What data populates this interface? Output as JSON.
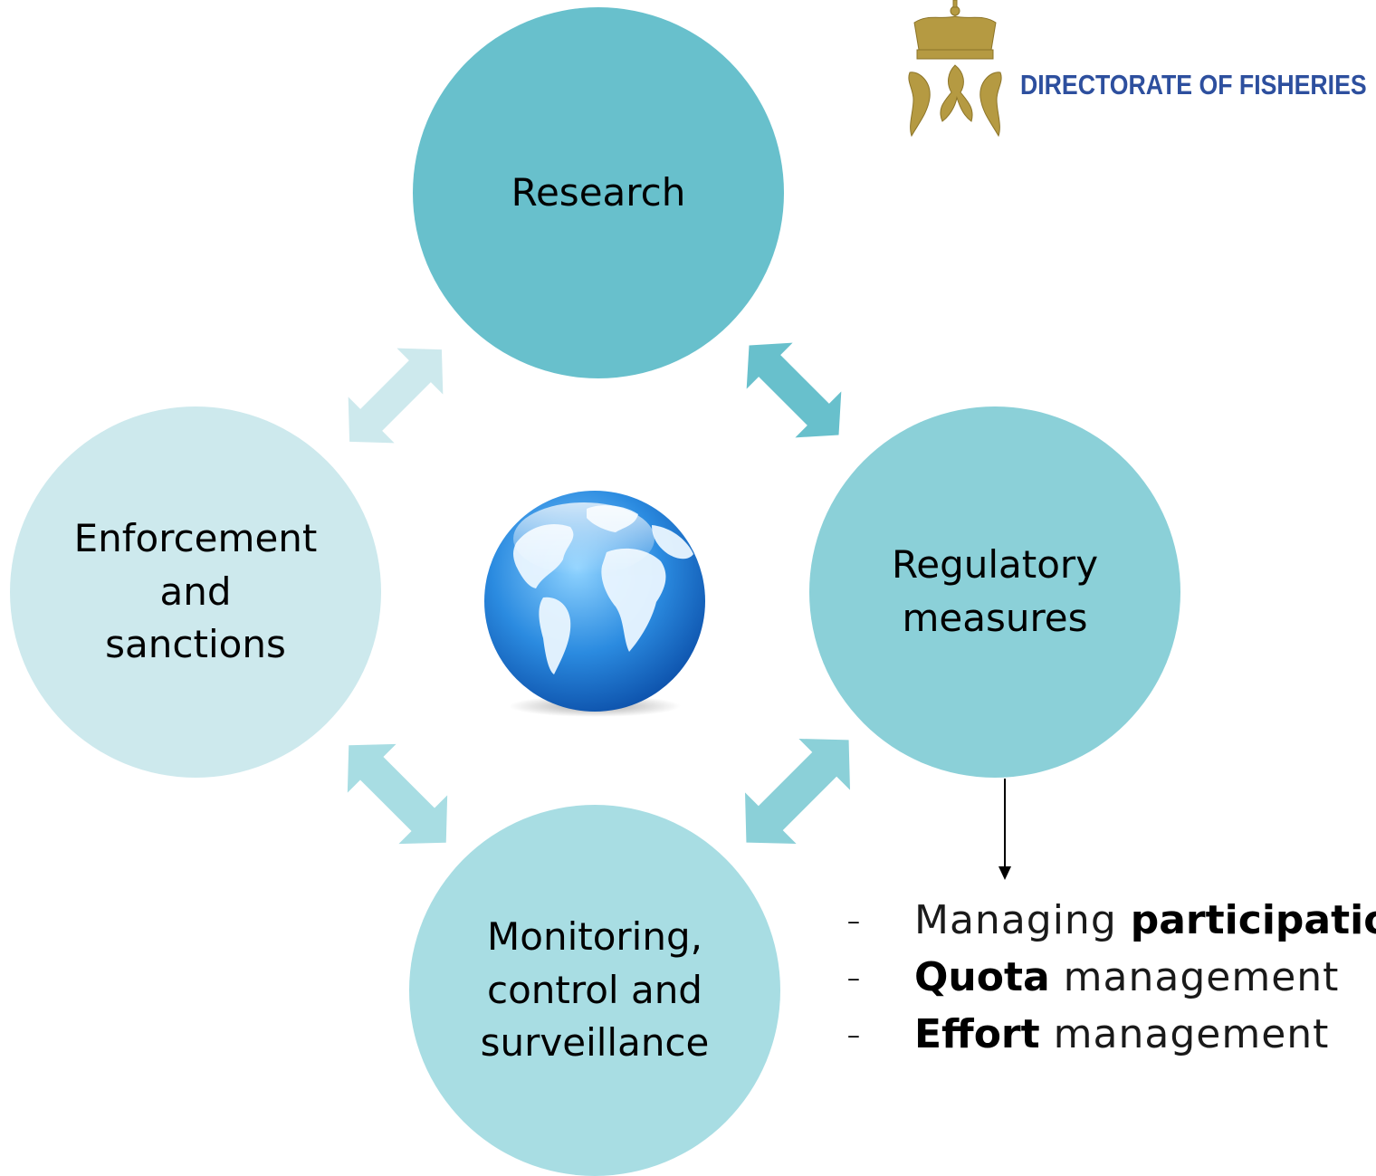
{
  "colors": {
    "research": "#68c0cc",
    "regulatory": "#8bd0d8",
    "monitoring": "#a8dde3",
    "enforcement": "#cde9ed",
    "arrow_research_regulatory": "#68c0cc",
    "arrow_regulatory_monitoring": "#8bd0d8",
    "arrow_monitoring_enforcement": "#a8dde3",
    "arrow_enforcement_research": "#cde9ed",
    "logo_text": "#2d4f9e",
    "logo_gold": "#b59a42"
  },
  "nodes": {
    "research": {
      "lines": [
        "Research"
      ]
    },
    "regulatory": {
      "lines": [
        "Regulatory",
        "measures"
      ]
    },
    "monitoring": {
      "lines": [
        "Monitoring,",
        "control and",
        "surveillance"
      ]
    },
    "enforcement": {
      "lines": [
        "Enforcement",
        "and",
        "sanctions"
      ]
    }
  },
  "center_icon": "globe-icon",
  "logo": {
    "text": "DIRECTORATE OF FISHERIES",
    "emblem": "crown-mermaid-emblem"
  },
  "regulatory_details": [
    {
      "dash": "-",
      "pre": "Managing ",
      "bold": "participation",
      "post": ""
    },
    {
      "dash": "-",
      "pre": "",
      "bold": "Quota",
      "post": " management"
    },
    {
      "dash": "-",
      "pre": "",
      "bold": "Effort",
      "post": " management"
    }
  ]
}
